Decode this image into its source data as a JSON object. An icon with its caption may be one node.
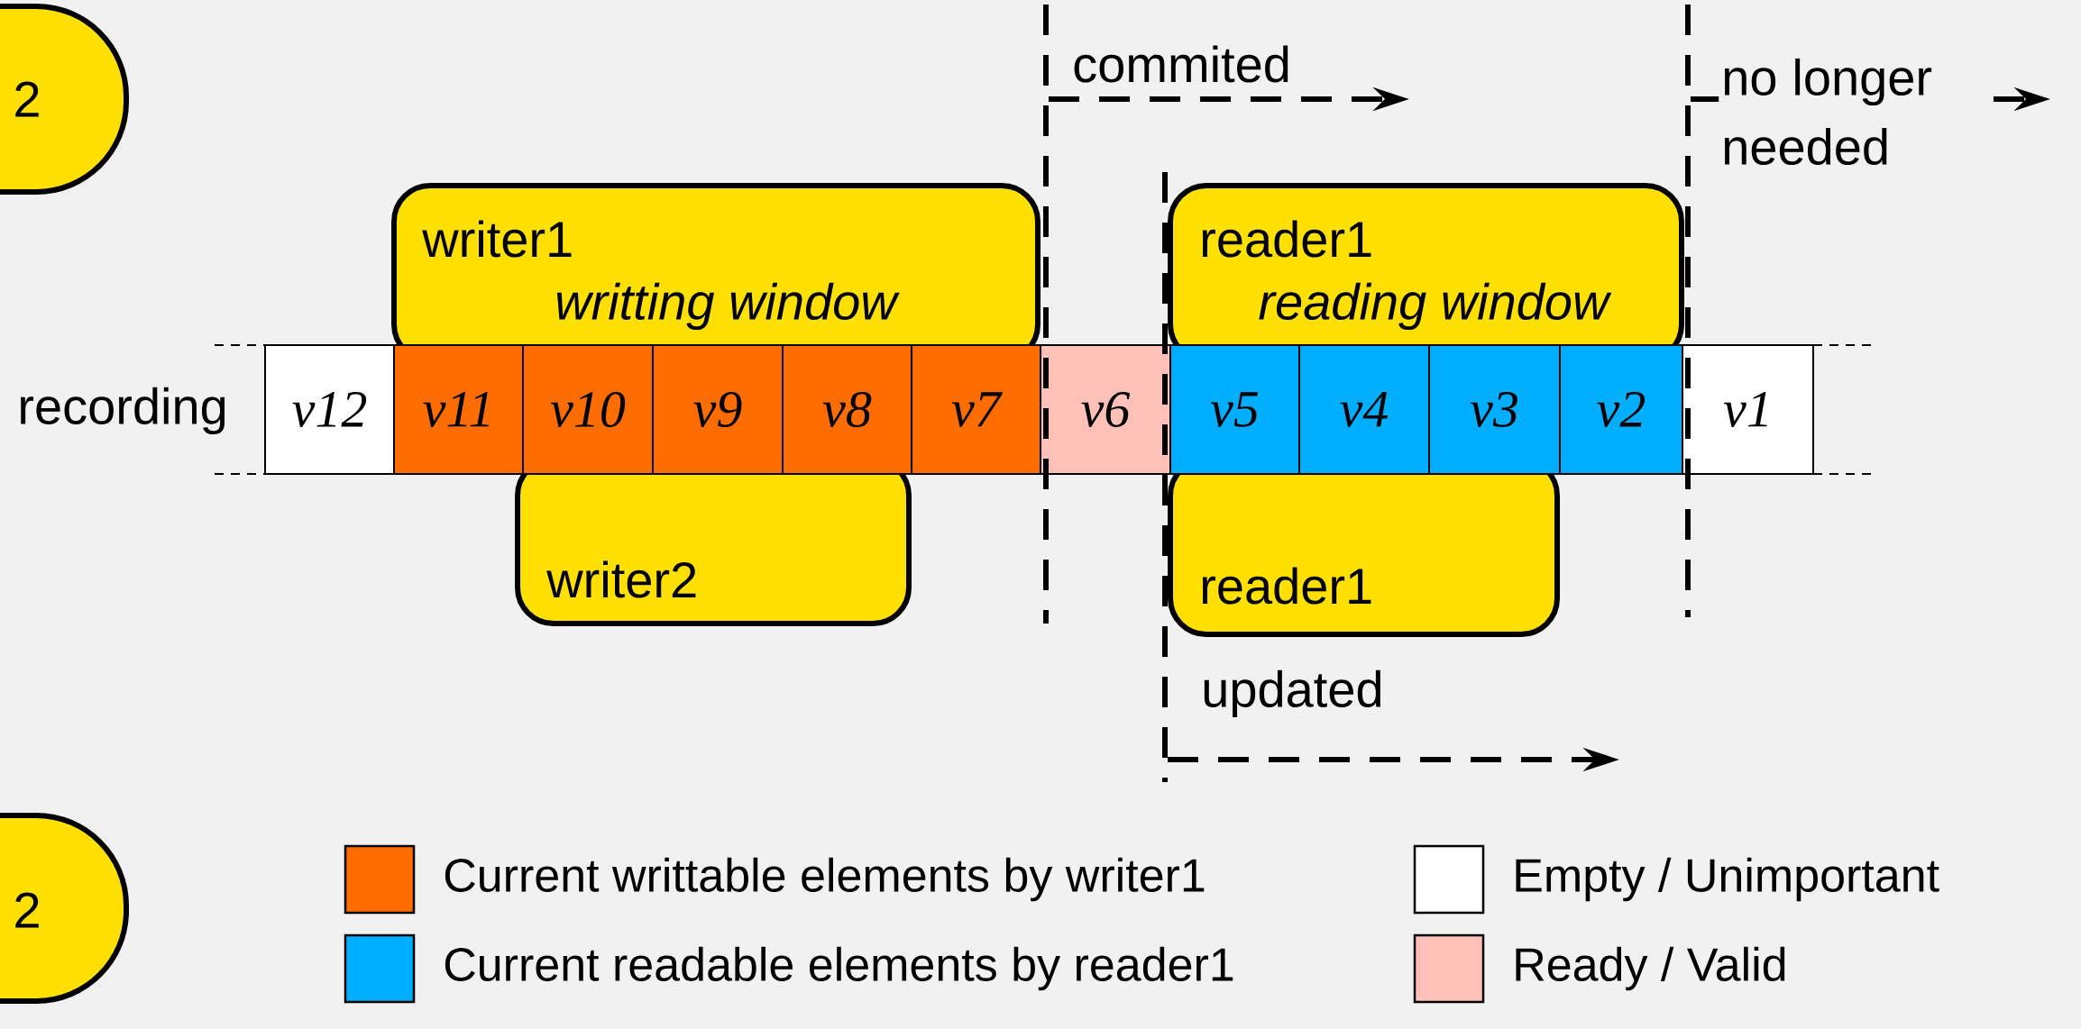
{
  "diagram": {
    "nodes": [
      {
        "text": [
          "2"
        ]
      },
      {
        "text": [
          "writer1",
          "writting window"
        ]
      },
      {
        "text": [
          "writer2"
        ]
      },
      {
        "text": [
          "reader1",
          "reading window"
        ]
      },
      {
        "text": [
          "reader1"
        ]
      },
      {
        "text": [
          "v12"
        ]
      },
      {
        "text": [
          "v11"
        ]
      },
      {
        "text": [
          "v10"
        ]
      },
      {
        "text": [
          "v9"
        ]
      },
      {
        "text": [
          "v8"
        ]
      },
      {
        "text": [
          "v7"
        ]
      },
      {
        "text": [
          "v6"
        ]
      },
      {
        "text": [
          "v5"
        ]
      },
      {
        "text": [
          "v4"
        ]
      },
      {
        "text": [
          "v3"
        ]
      },
      {
        "text": [
          "v2"
        ]
      },
      {
        "text": [
          "v1"
        ]
      },
      {
        "text": [
          "2"
        ]
      }
    ],
    "labels": [
      "commited",
      "no longer needed",
      "recording",
      "updated"
    ],
    "legend": [
      {
        "text": "Current writtable elements by writer1",
        "color": "#ff6d00"
      },
      {
        "text": "Current readable elements by reader1",
        "color": "#00aeff"
      },
      {
        "text": "Empty / Unimportant",
        "color": "#ffffff"
      },
      {
        "text": "Ready / Valid",
        "color": "#ffc0b8"
      }
    ]
  }
}
